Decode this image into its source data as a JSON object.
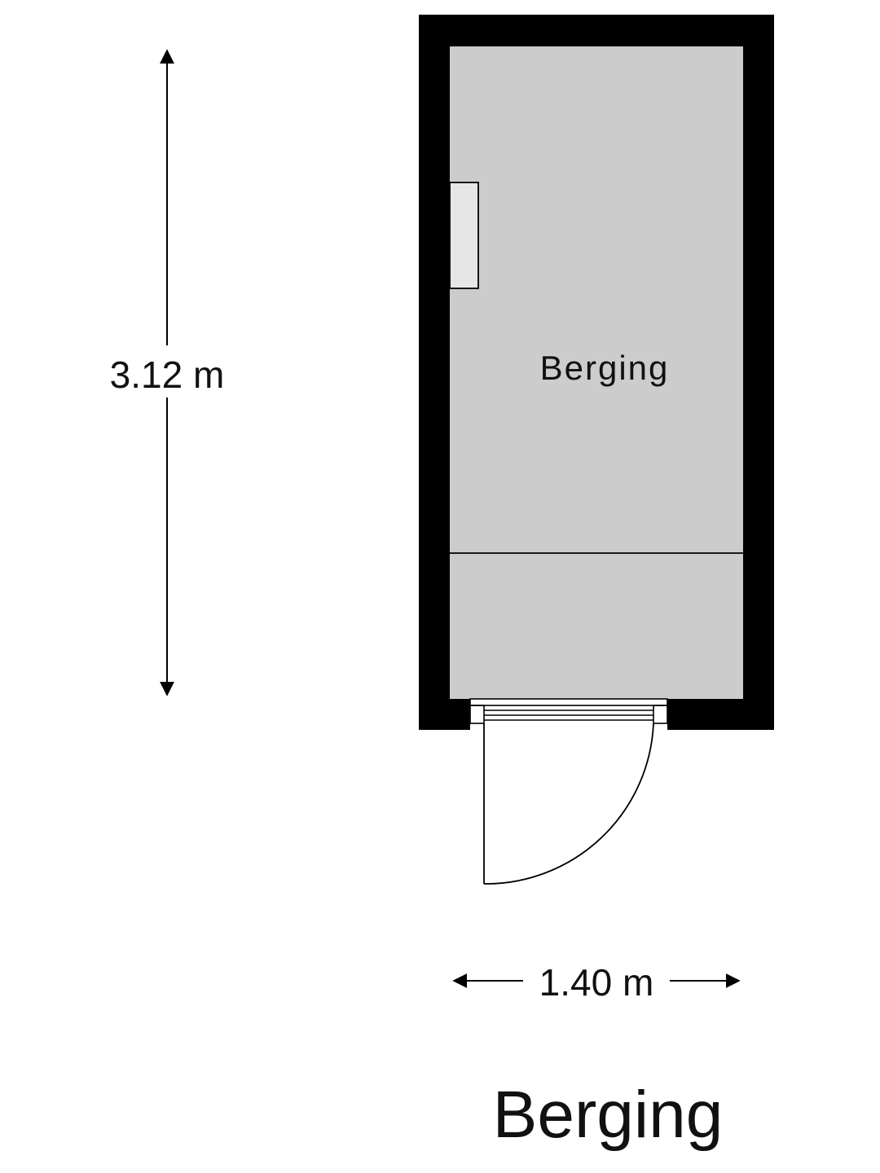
{
  "room": {
    "label": "Berging",
    "floor_color": "#cccccc",
    "wall_color": "#000000",
    "shelf_color": "#e6e6e6"
  },
  "dimensions": {
    "height": "3.12 m",
    "width": "1.40 m"
  },
  "plan": {
    "title": "Berging"
  }
}
